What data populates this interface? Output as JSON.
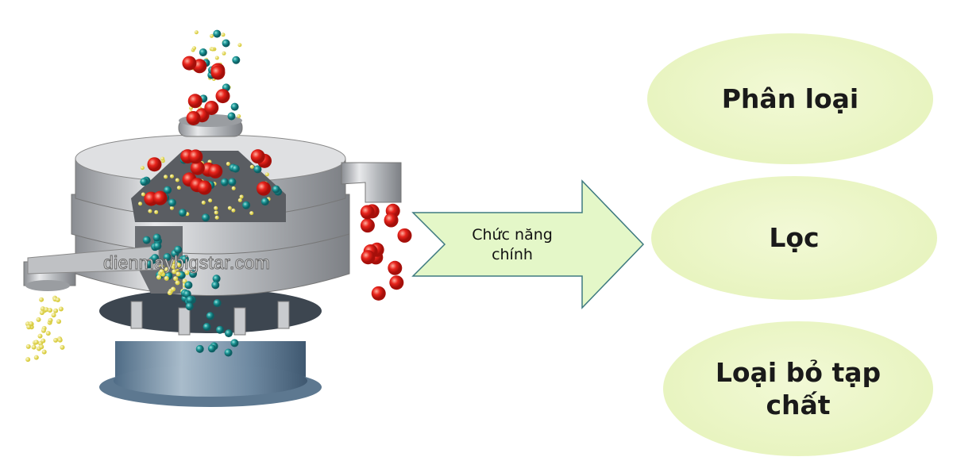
{
  "watermark": "dienmaybigstar.com",
  "arrow": {
    "label_line1": "Chức năng",
    "label_line2": "chính"
  },
  "functions": [
    {
      "label": "Phân loại"
    },
    {
      "label": "Lọc"
    },
    {
      "label": "Loại bỏ tạp chất"
    }
  ],
  "colors": {
    "oval_fill": "#e8f4c0",
    "arrow_fill": "#e4f7c8",
    "arrow_stroke": "#3e7a80",
    "ball_red": "#e8241c",
    "ball_teal": "#1f9a9a",
    "ball_yellow": "#e8e060"
  }
}
